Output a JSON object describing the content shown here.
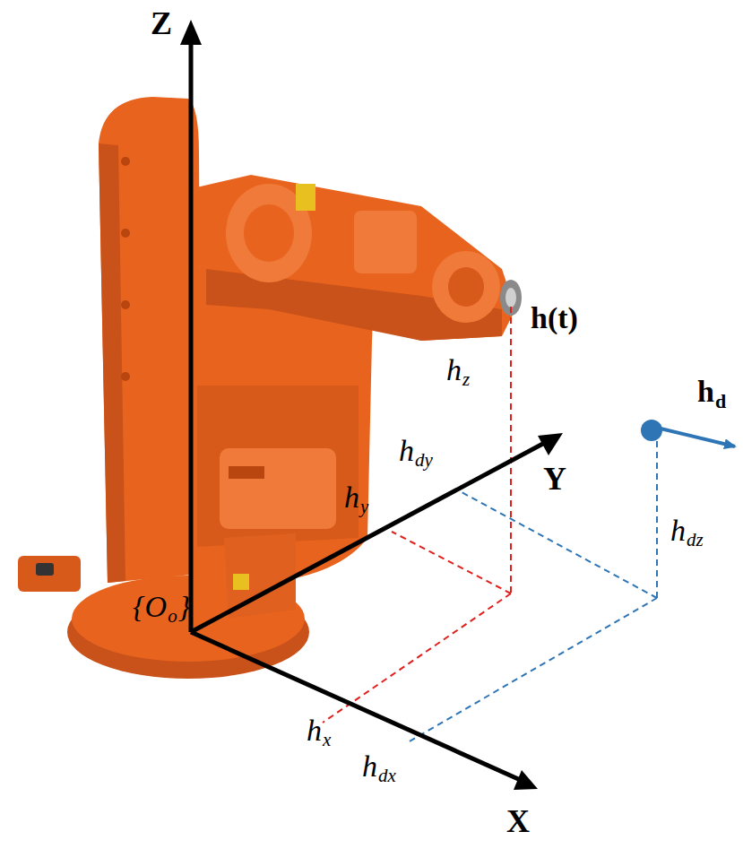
{
  "diagram": {
    "labels": [
      "Z",
      "Y",
      "X",
      "h(t)",
      "h",
      "z",
      "h",
      "dy",
      "h",
      "y",
      "h",
      "dz",
      "h",
      "x",
      "h",
      "dx",
      "h",
      "d",
      "{O",
      "o",
      "}"
    ]
  }
}
